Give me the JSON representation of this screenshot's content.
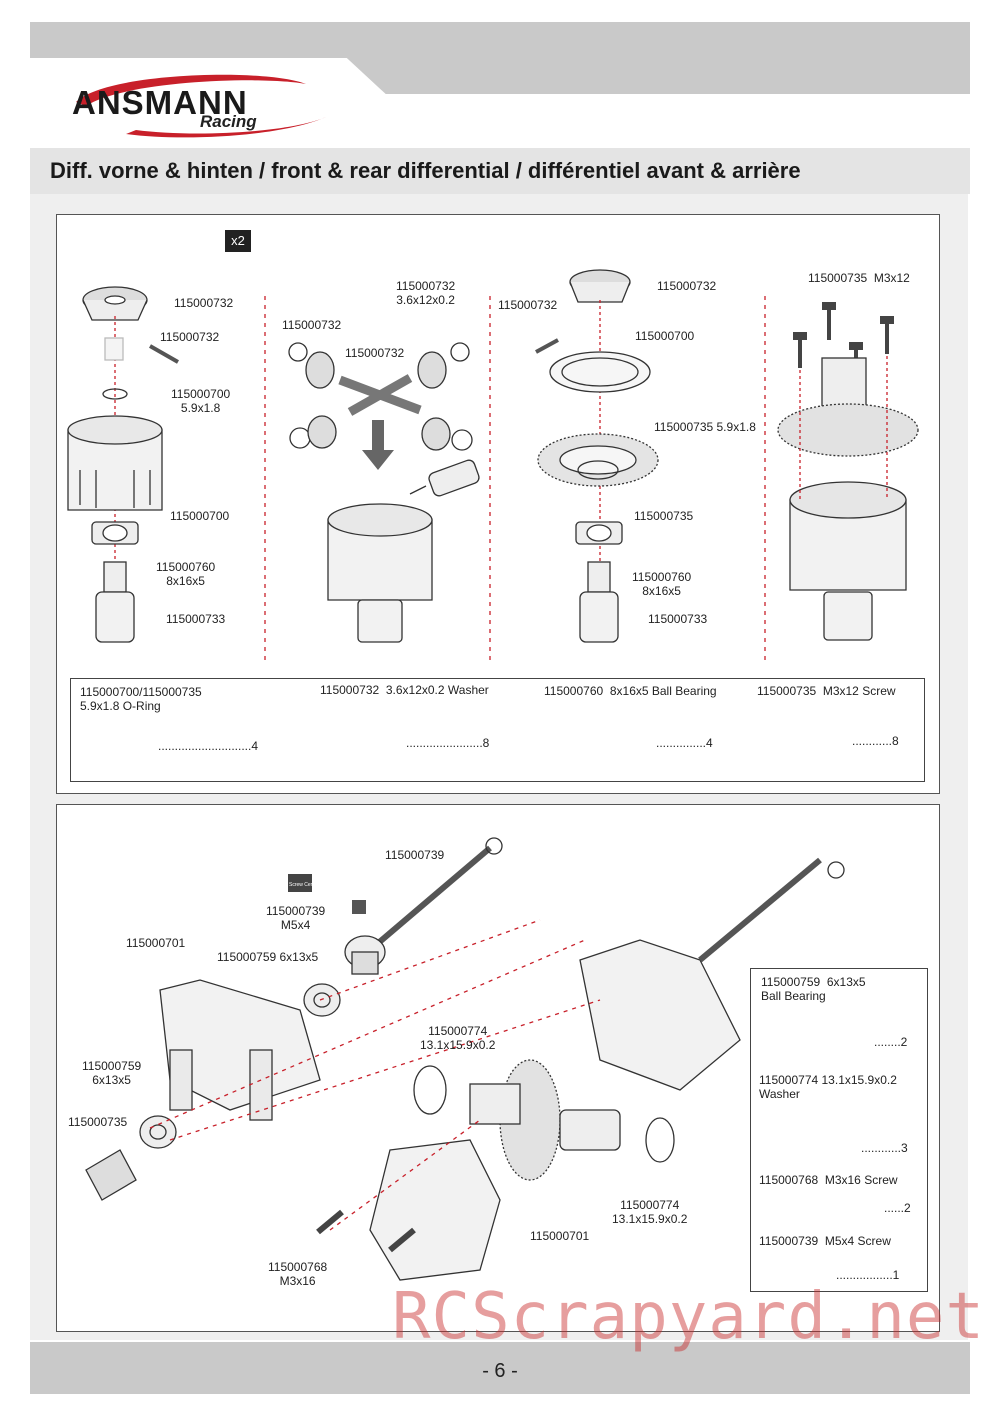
{
  "brand": {
    "name": "ANSMANN",
    "sub": "Racing"
  },
  "title": "Diff. vorne & hinten /  front & rear differential / différentiel avant & arrière",
  "top_panel": {
    "multiplier": "x2",
    "col1": [
      "115000732",
      "115000732",
      "115000700\n5.9x1.8",
      "115000700",
      "115000760\n8x16x5",
      "115000733"
    ],
    "col2": [
      "115000732\n3.6x12x0.2",
      "115000732",
      "115000732"
    ],
    "col3": [
      "115000732",
      "115000732",
      "115000700",
      "115000735 5.9x1.8",
      "115000735",
      "115000760\n8x16x5",
      "115000733"
    ],
    "col4": [
      "115000735  M3x12"
    ]
  },
  "parts_table": [
    {
      "title": "115000700/115000735\n5.9x1.8 O-Ring",
      "qty": "............................4"
    },
    {
      "title": "115000732  3.6x12x0.2 Washer",
      "qty": ".......................8"
    },
    {
      "title": "115000760  8x16x5 Ball Bearing",
      "qty": "...............4"
    },
    {
      "title": "115000735  M3x12 Screw",
      "qty": "............8"
    }
  ],
  "bottom_panel": {
    "labels": [
      "115000739",
      "115000739\nM5x4",
      "115000701",
      "115000759 6x13x5",
      "115000759\n6x13x5",
      "115000735",
      "115000774\n13.1x15.9x0.2",
      "115000774\n13.1x15.9x0.2",
      "115000701",
      "115000768\nM3x16"
    ],
    "screw_glue_label": "Screw Cement"
  },
  "side_table": [
    {
      "title": "115000759  6x13x5\nBall Bearing",
      "qty": "........2"
    },
    {
      "title": "115000774 13.1x15.9x0.2\nWasher",
      "qty": "............3"
    },
    {
      "title": "115000768  M3x16 Screw",
      "qty": "......2"
    },
    {
      "title": "115000739  M5x4 Screw",
      "qty": ".................1"
    }
  ],
  "page_number": "- 6 -",
  "watermark": "RCScrapyard.net",
  "colors": {
    "band": "#c9c9c9",
    "accent_red": "#c8202a",
    "title_bg": "#e4e4e4"
  }
}
